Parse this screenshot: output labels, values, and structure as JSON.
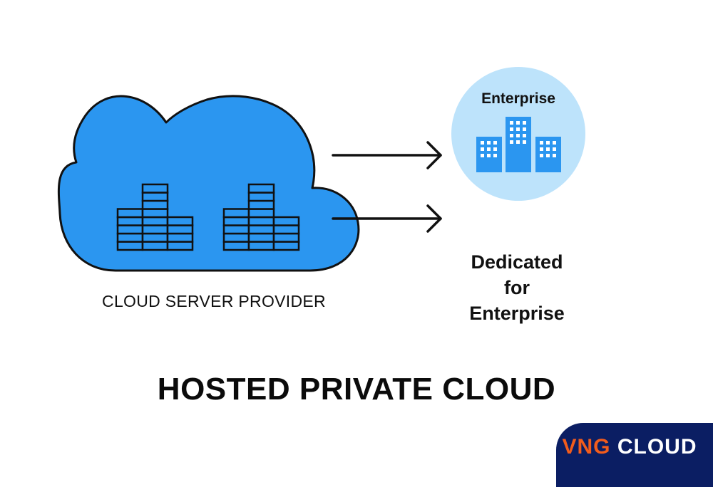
{
  "title": "HOSTED PRIVATE CLOUD",
  "cloud": {
    "label": "CLOUD SERVER PROVIDER",
    "fill": "#2b96f0"
  },
  "enterprise": {
    "title": "Enterprise",
    "circle_fill": "#bde3fb",
    "building_color": "#2b96f0"
  },
  "dedicated": {
    "lines": [
      "Dedicated",
      "for",
      "Enterprise"
    ]
  },
  "brand": {
    "accent": "VNG",
    "name": "CLOUD",
    "badge_color": "#0b1e63",
    "accent_color": "#f25c1c"
  },
  "arrows": [
    "arrow-to-enterprise",
    "arrow-to-dedicated"
  ]
}
